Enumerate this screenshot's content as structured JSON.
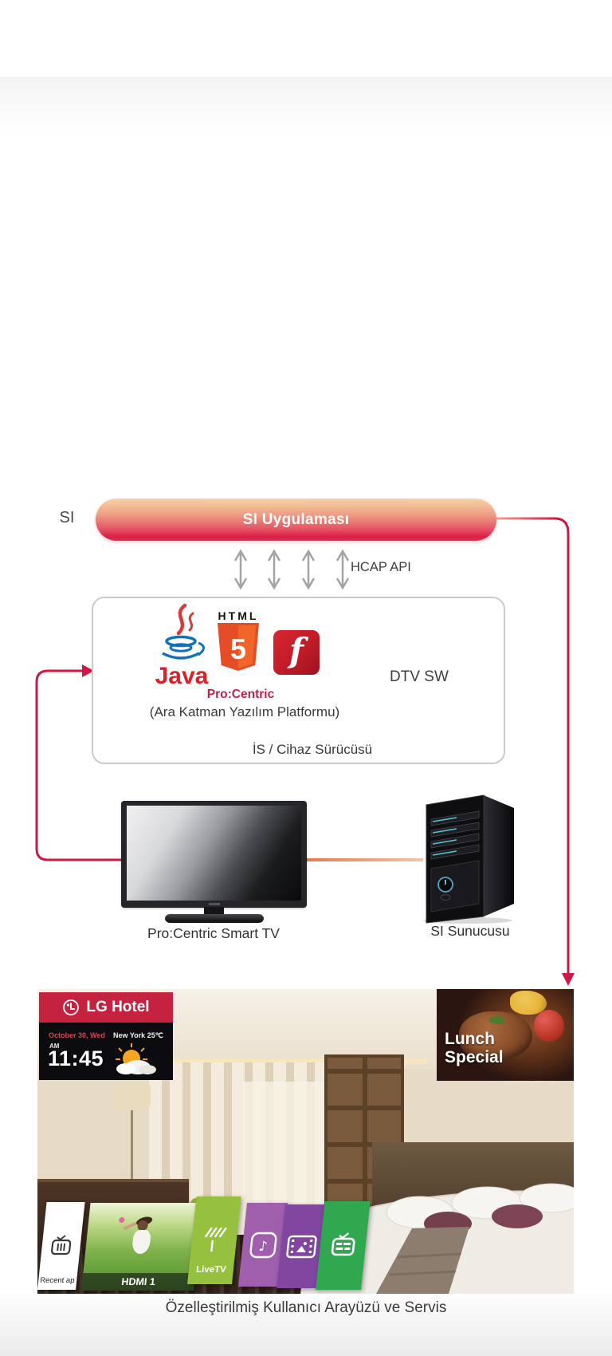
{
  "page": {
    "caption": "Özelleştirilmiş Kullanıcı Arayüzü ve Servis"
  },
  "colors": {
    "accent_red": "#ce1843",
    "banner_gradient_top": "#f6d4a6",
    "banner_gradient_bottom": "#dc2049",
    "arrow_gray": "#a3a3a3",
    "box_border_gray": "#cbcbcb",
    "html5_orange": "#e44d26",
    "flash_red": "#c01c28",
    "java_blue": "#1272b8",
    "java_red": "#d73a3a",
    "procentric_red": "#c2224a",
    "lg_hotel_red": "#c52240",
    "connector_orange": "#e57a50",
    "livetv_green": "#95c13e",
    "music_purple": "#a05fad",
    "film_purple": "#8046a0",
    "guide_green": "#2fa84f"
  },
  "diagram": {
    "si_label": "SI",
    "si_app_banner": "SI Uygulaması",
    "hcap_api": "HCAP API",
    "box": {
      "html_word": "HTML",
      "html5_digit": "5",
      "java_word": "Java",
      "flash_letter": "f",
      "procentric": "Pro:Centric",
      "middleware": "(Ara Katman Yazılım Platformu)",
      "dtv_sw": "DTV SW",
      "os_driver": "İS / Cihaz Sürücüsü"
    },
    "tv_caption": "Pro:Centric Smart TV",
    "server_caption": "SI Sunucusu"
  },
  "tv_ui": {
    "brand": "LG Hotel",
    "date": "October 30, Wed",
    "location": "New York 25℃",
    "meridiem": "AM",
    "time": "11:45",
    "promo_line1": "Lunch",
    "promo_line2": "Special",
    "recent_label": "Recent ap",
    "hdmi_label": "HDMI 1",
    "livetv_label": "LiveTV"
  }
}
